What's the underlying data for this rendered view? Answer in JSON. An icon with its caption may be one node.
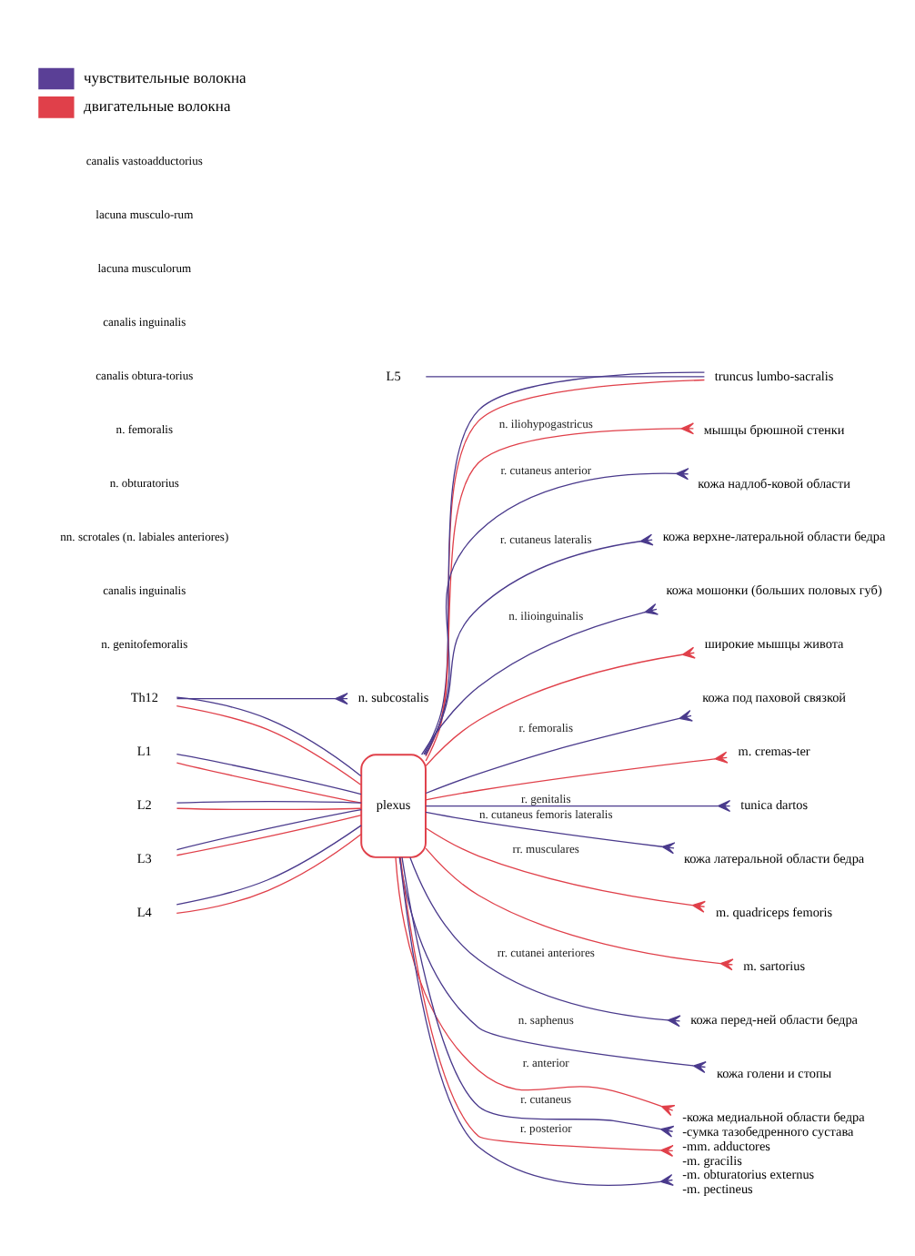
{
  "diagram": {
    "nodes": [
      {
        "text": [
          "plexus"
        ]
      },
      {
        "text": [
          "Th12"
        ]
      },
      {
        "text": [
          "L1"
        ]
      },
      {
        "text": [
          "L2"
        ]
      },
      {
        "text": [
          "L3"
        ]
      },
      {
        "text": [
          "L4"
        ]
      },
      {
        "text": [
          "L5"
        ]
      },
      {
        "text": [
          "truncus lumbo-sacralis"
        ]
      },
      {
        "text": [
          "n. subcostalis"
        ]
      },
      {
        "text": [
          "мышцы брюшной стенки"
        ]
      },
      {
        "text": [
          "кожа надлоб-ковой области"
        ]
      },
      {
        "text": [
          "кожа верхне-латеральной области бедра"
        ]
      },
      {
        "text": [
          "кожа мошонки (больших половых губ)"
        ]
      },
      {
        "text": [
          "широкие мышцы живота"
        ]
      },
      {
        "text": [
          "кожа под паховой связкой"
        ]
      },
      {
        "text": [
          "m. cremas-ter"
        ]
      },
      {
        "text": [
          "tunica dartos"
        ]
      },
      {
        "text": [
          "кожа латеральной области бедра"
        ]
      },
      {
        "text": [
          "m. quadriceps femoris"
        ]
      },
      {
        "text": [
          "m. sartorius"
        ]
      },
      {
        "text": [
          "кожа перед-ней области бедра"
        ]
      },
      {
        "text": [
          "кожа голени и стопы"
        ]
      },
      {
        "text": [
          "-кожа медиальной области бедра",
          "-сумка тазобедренного сустава",
          "-mm. adductores",
          "-m. gracilis",
          "-m. obturatorius externus",
          "-m. pectineus"
        ]
      }
    ],
    "edges": [
      {
        "from": 1,
        "to": 0,
        "arrow": "none",
        "color": "#e0404a"
      },
      {
        "from": 1,
        "to": 0,
        "arrow": "none"
      },
      {
        "from": 2,
        "to": 0,
        "arrow": "none",
        "color": "#e0404a"
      },
      {
        "from": 2,
        "to": 0,
        "arrow": "none"
      },
      {
        "from": 3,
        "to": 0,
        "arrow": "none",
        "color": "#e0404a"
      },
      {
        "from": 3,
        "to": 0,
        "arrow": "none"
      },
      {
        "from": 4,
        "to": 0,
        "arrow": "none",
        "color": "#e0404a"
      },
      {
        "from": 4,
        "to": 0,
        "arrow": "none"
      },
      {
        "from": 5,
        "to": 0,
        "arrow": "none",
        "color": "#e0404a"
      },
      {
        "from": 5,
        "to": 0,
        "arrow": "none"
      },
      {
        "from": 6,
        "to": 7,
        "arrow": "none"
      },
      {
        "from": 0,
        "to": 7,
        "arrow": "none",
        "color": "#e0404a"
      },
      {
        "from": 0,
        "to": 7,
        "arrow": "none"
      },
      {
        "from": 1,
        "to": 8,
        "arrow": "other"
      },
      {
        "from": 0,
        "to": 9,
        "arrow": "other",
        "label": "n. iliohypogastricus",
        "color": "#e0404a"
      },
      {
        "from": 0,
        "to": 10,
        "arrow": "other",
        "label": "r. cutaneus anterior"
      },
      {
        "from": 0,
        "to": 11,
        "arrow": "other",
        "label": "r. cutaneus lateralis"
      },
      {
        "from": 0,
        "to": 12,
        "arrow": "other",
        "label": "n. ilioinguinalis"
      },
      {
        "from": 0,
        "to": 13,
        "arrow": "other",
        "color": "#e0404a"
      },
      {
        "from": 0,
        "to": 14,
        "arrow": "other",
        "label": "r. femoralis"
      },
      {
        "from": 0,
        "to": 15,
        "arrow": "other",
        "color": "#e0404a"
      },
      {
        "from": 0,
        "to": 16,
        "arrow": "other",
        "label": "r. genitalis"
      },
      {
        "from": 0,
        "to": 17,
        "arrow": "other",
        "label": "n. cutaneus femoris lateralis"
      },
      {
        "from": 0,
        "to": 18,
        "arrow": "other",
        "label": "rr. musculares",
        "color": "#e0404a"
      },
      {
        "from": 0,
        "to": 19,
        "arrow": "other",
        "color": "#e0404a"
      },
      {
        "from": 0,
        "to": 20,
        "arrow": "other",
        "label": "rr. cutanei anteriores"
      },
      {
        "from": 0,
        "to": 21,
        "arrow": "other",
        "label": "n. saphenus"
      },
      {
        "from": 0,
        "to": 22,
        "arrow": "other",
        "label": "r. anterior",
        "color": "#e0404a"
      },
      {
        "from": 0,
        "to": 22,
        "arrow": "other",
        "label": "r. cutaneus"
      },
      {
        "from": 0,
        "to": 22,
        "arrow": "other",
        "label": "r. posterior",
        "color": "#e0404a"
      },
      {
        "from": 0,
        "to": 22,
        "arrow": "other"
      }
    ],
    "labels": [
      "n. genitofemoralis",
      "canalis inguinalis",
      "nn. scrotales (n. labiales anteriores)",
      "n. obturatorius",
      "n. femoralis",
      "canalis obtura-torius",
      "canalis inguinalis",
      "lacuna musculorum",
      "lacuna musculo-rum",
      "canalis vastoadductorius"
    ],
    "legend": [
      {
        "text": "чувствительные волокна",
        "color": "#5a3f96"
      },
      {
        "text": "двигательные волокна",
        "color": "#e0404a"
      }
    ]
  }
}
